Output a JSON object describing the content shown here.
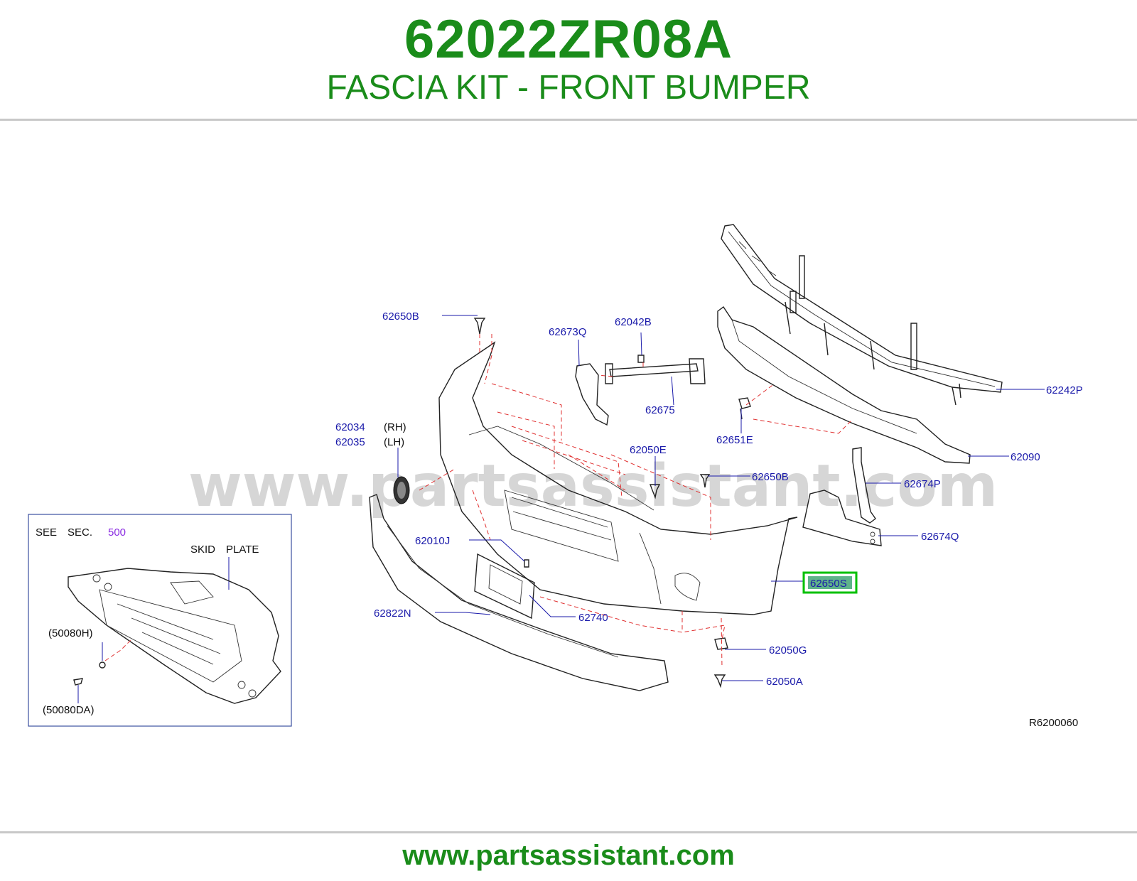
{
  "header": {
    "part_number": "62022ZR08A",
    "title": "FASCIA KIT - FRONT BUMPER"
  },
  "watermark": "www.partsassistant.com",
  "footer": {
    "url": "www.partsassistant.com"
  },
  "colors": {
    "brand_green": "#1a8c1a",
    "callout_blue": "#1a1aaa",
    "highlight": "#00c000",
    "dash_red": "#e03030"
  },
  "diagram": {
    "ref_code": "R6200060",
    "callouts": {
      "c62650B_top": "62650B",
      "c62673Q": "62673Q",
      "c62042B": "62042B",
      "c62675": "62675",
      "c62651E": "62651E",
      "c62242P": "62242P",
      "c62090": "62090",
      "c62034": "62034",
      "c62034_side": "(RH)",
      "c62035": "62035",
      "c62035_side": "(LH)",
      "c62050E": "62050E",
      "c62650B_mid": "62650B",
      "c62674P": "62674P",
      "c62674Q": "62674Q",
      "c62010J": "62010J",
      "c62650S": "62650S",
      "c62740": "62740",
      "c62822N": "62822N",
      "c62050G": "62050G",
      "c62050A": "62050A"
    },
    "inset": {
      "see_label": "SEE",
      "sec_label": "SEC.",
      "sec_number": "500",
      "skid_label": "SKID",
      "plate_label": "PLATE",
      "c50080H": "(50080H)",
      "c50080DA": "(50080DA)"
    }
  }
}
